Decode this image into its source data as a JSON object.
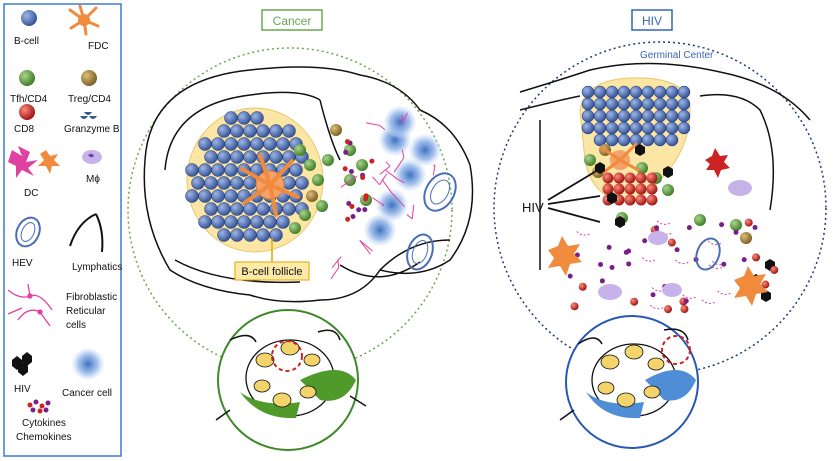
{
  "legend": {
    "items": [
      {
        "key": "bcell",
        "label": "B-cell",
        "icon": "b-cell-icon",
        "color": "#4a6fb5"
      },
      {
        "key": "fdc",
        "label": "FDC",
        "icon": "fdc-icon",
        "color": "#f08a3c"
      },
      {
        "key": "tfh",
        "label": "Tfh/CD4",
        "icon": "tfh-cell-icon",
        "color": "#6aa84f"
      },
      {
        "key": "treg",
        "label": "Treg/CD4",
        "icon": "treg-cell-icon",
        "color": "#9c7a3c"
      },
      {
        "key": "cd8",
        "label": "CD8",
        "icon": "cd8-cell-icon",
        "color": "#cc2222"
      },
      {
        "key": "granzyme",
        "label": "Granzyme B",
        "icon": "granzyme-icon",
        "color": "#3a5a8a"
      },
      {
        "key": "dc",
        "label": "DC",
        "icon": "dc-icon",
        "color": "#e040a0"
      },
      {
        "key": "macrophage",
        "label": "Mϕ",
        "icon": "macrophage-icon",
        "color": "#9b6fd0"
      },
      {
        "key": "hev",
        "label": "HEV",
        "icon": "hev-icon",
        "color": "#4a6fb5"
      },
      {
        "key": "lymph",
        "label": "Lymphatics",
        "icon": "lymphatics-icon",
        "color": "#111111"
      },
      {
        "key": "frc",
        "label": "Fibroblastic Reticular cells",
        "icon": "frc-icon",
        "color": "#e040a0"
      },
      {
        "key": "hiv",
        "label": "HIV",
        "icon": "hiv-icon",
        "color": "#111111"
      },
      {
        "key": "cancer",
        "label": "Cancer cell",
        "icon": "cancer-cell-icon",
        "color": "#5b8fd6"
      },
      {
        "key": "cyto",
        "label": "Cytokines Chemokines",
        "icon": "cytokines-icon",
        "color": "#8a1f6f"
      }
    ]
  },
  "panels": {
    "cancer": {
      "title": "Cancer",
      "title_color": "#6aa84f",
      "annotation": "B-cell follicle"
    },
    "hiv": {
      "title": "HIV",
      "title_color": "#3366bb",
      "annotation": "Germinal Center",
      "pointer_label": "HIV"
    }
  }
}
